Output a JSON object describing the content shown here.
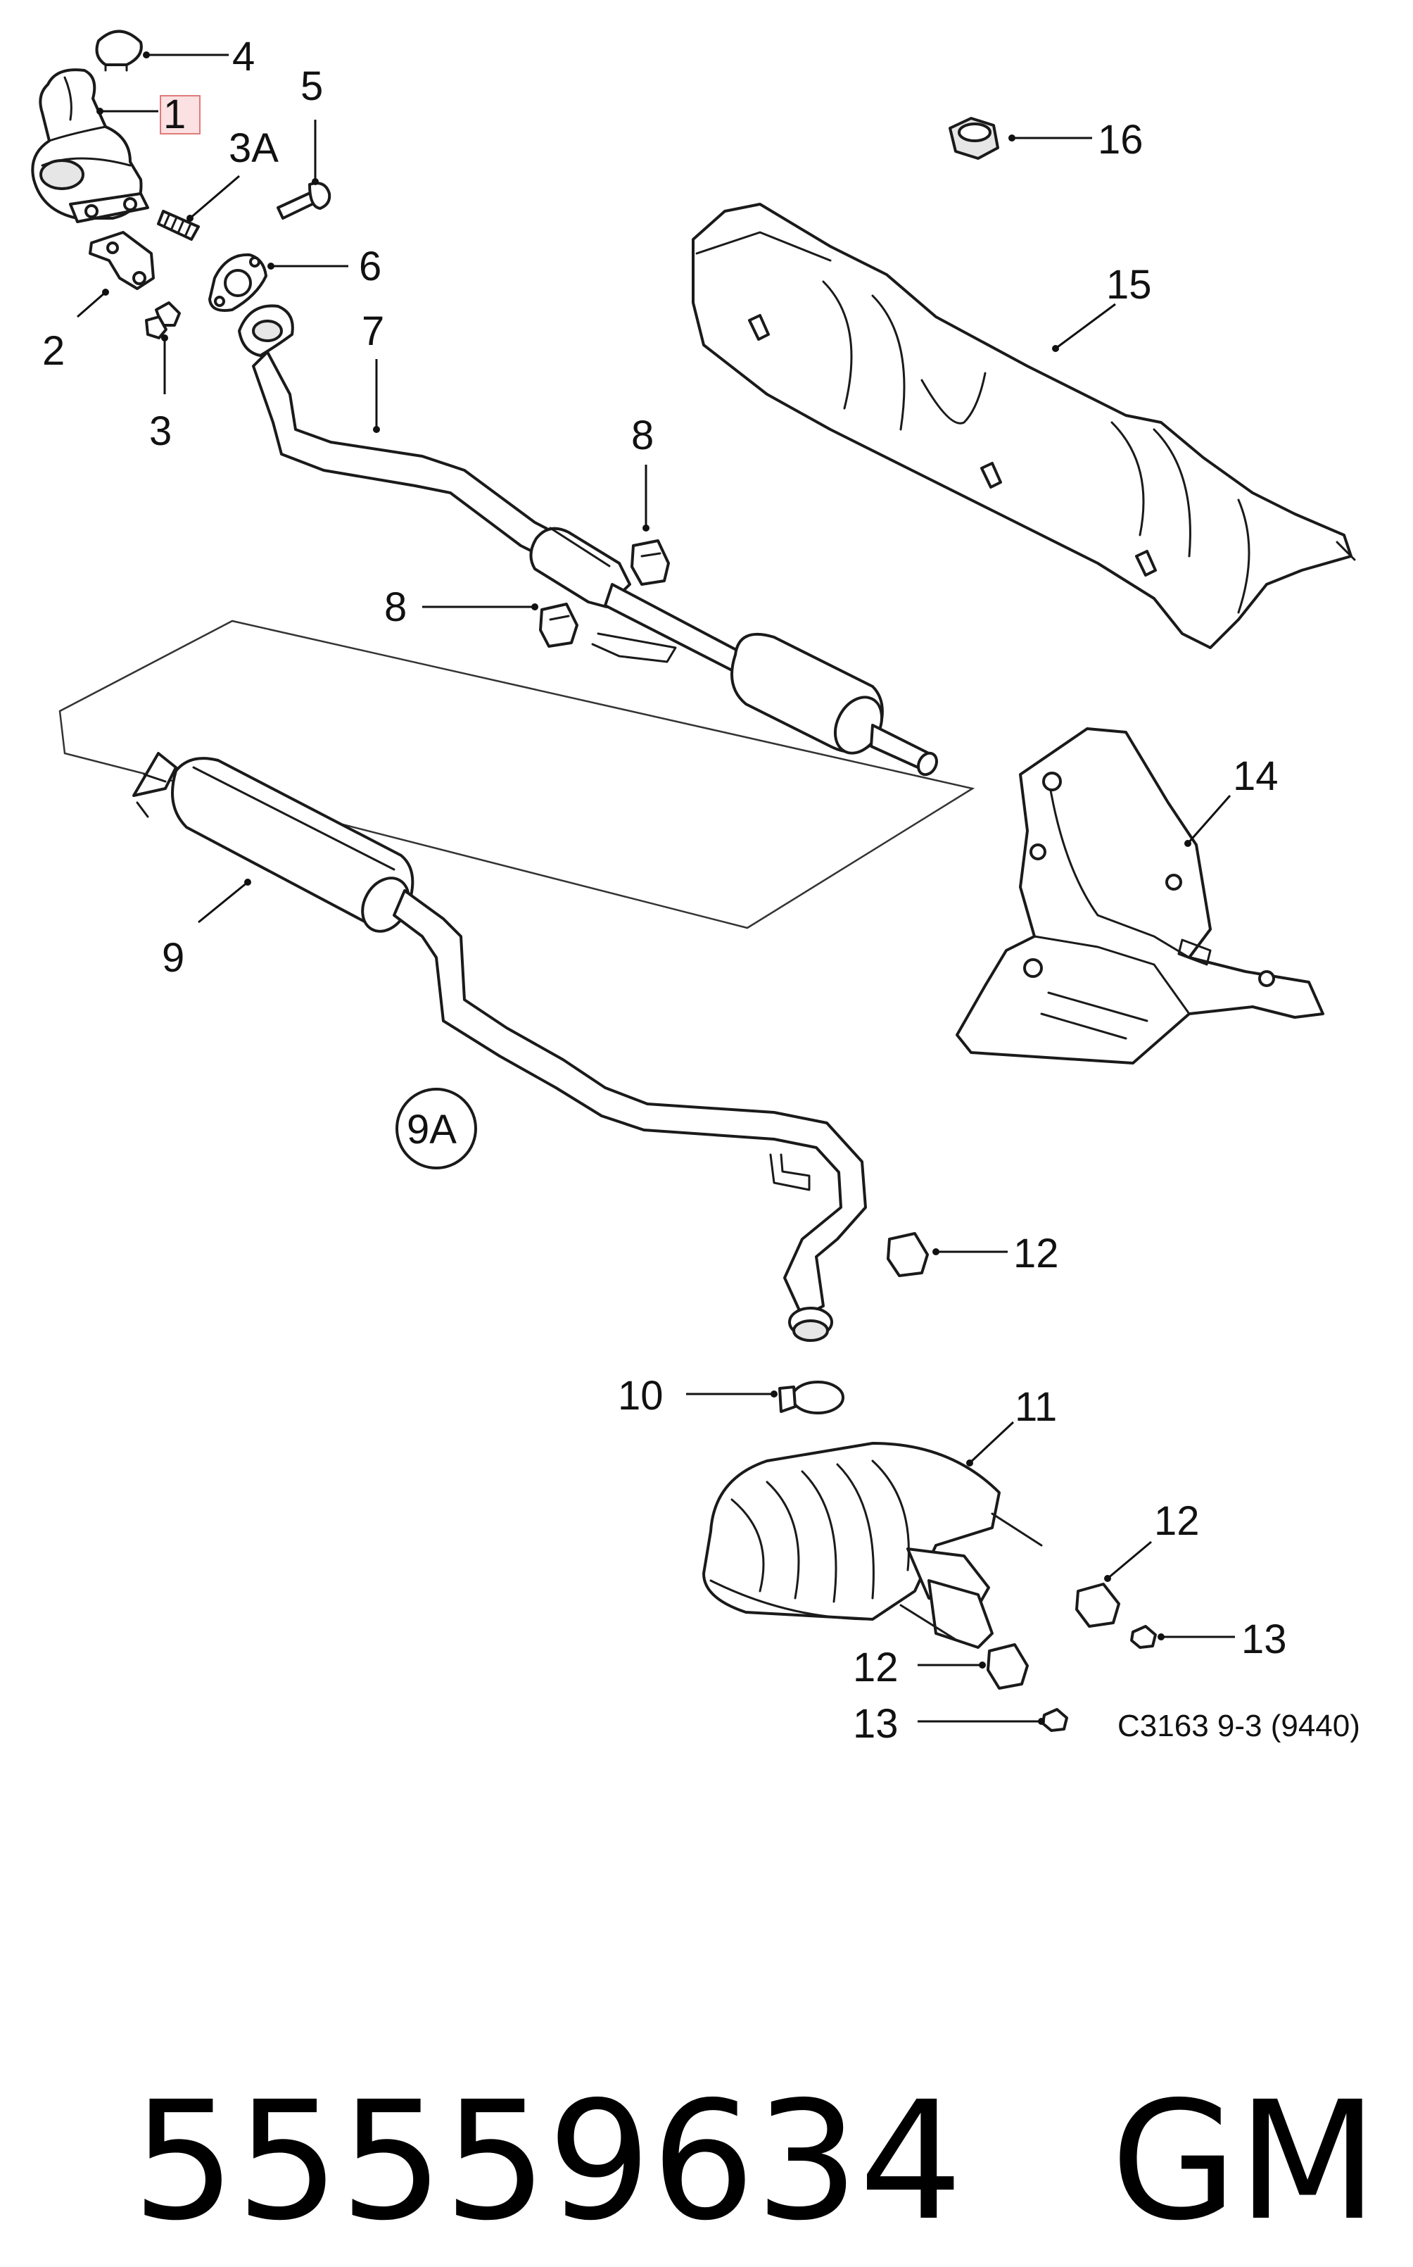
{
  "diagram": {
    "callouts": {
      "c1": "1",
      "c2": "2",
      "c3": "3",
      "c3a": "3A",
      "c4": "4",
      "c5": "5",
      "c6": "6",
      "c7": "7",
      "c8a": "8",
      "c8b": "8",
      "c9": "9",
      "c9a": "9A",
      "c10": "10",
      "c11": "11",
      "c12a": "12",
      "c12b": "12",
      "c12c": "12",
      "c13a": "13",
      "c13b": "13",
      "c14": "14",
      "c15": "15",
      "c16": "16"
    },
    "reference_code": "C3163 9-3 (9440)"
  },
  "footer": {
    "part_number": "55559634",
    "brand": "GM"
  }
}
